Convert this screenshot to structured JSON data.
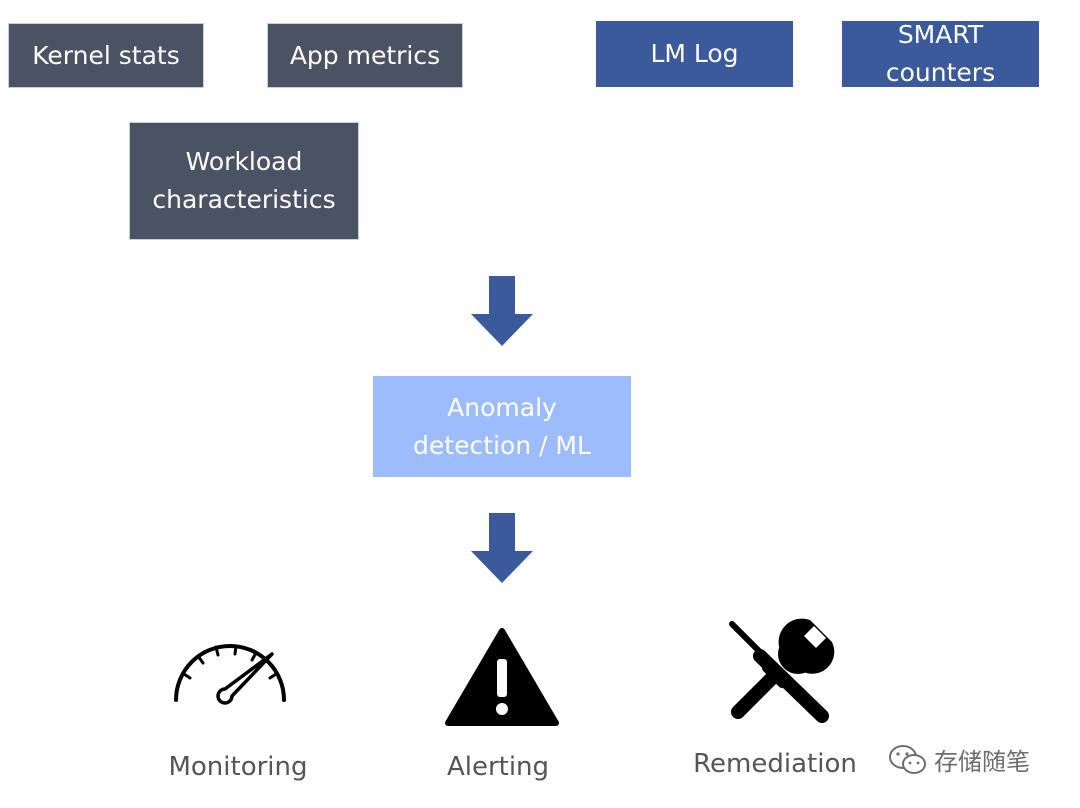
{
  "sources": {
    "kernel_stats": "Kernel stats",
    "app_metrics": "App metrics",
    "workload": [
      "Workload",
      "characteristics"
    ],
    "lm_log": "LM Log",
    "smart": [
      "SMART",
      "counters"
    ]
  },
  "processing": {
    "anomaly": [
      "Anomaly",
      "detection / ML"
    ]
  },
  "outputs": {
    "monitoring": "Monitoring",
    "alerting": "Alerting",
    "remediation": "Remediation"
  },
  "watermark": {
    "text": "存储随笔",
    "icon": "wechat-icon"
  },
  "colors": {
    "dark_box": "#4a5263",
    "blue_box": "#3a5a9b",
    "light_box": "#9dbcfb",
    "arrow": "#3a5a9b"
  }
}
